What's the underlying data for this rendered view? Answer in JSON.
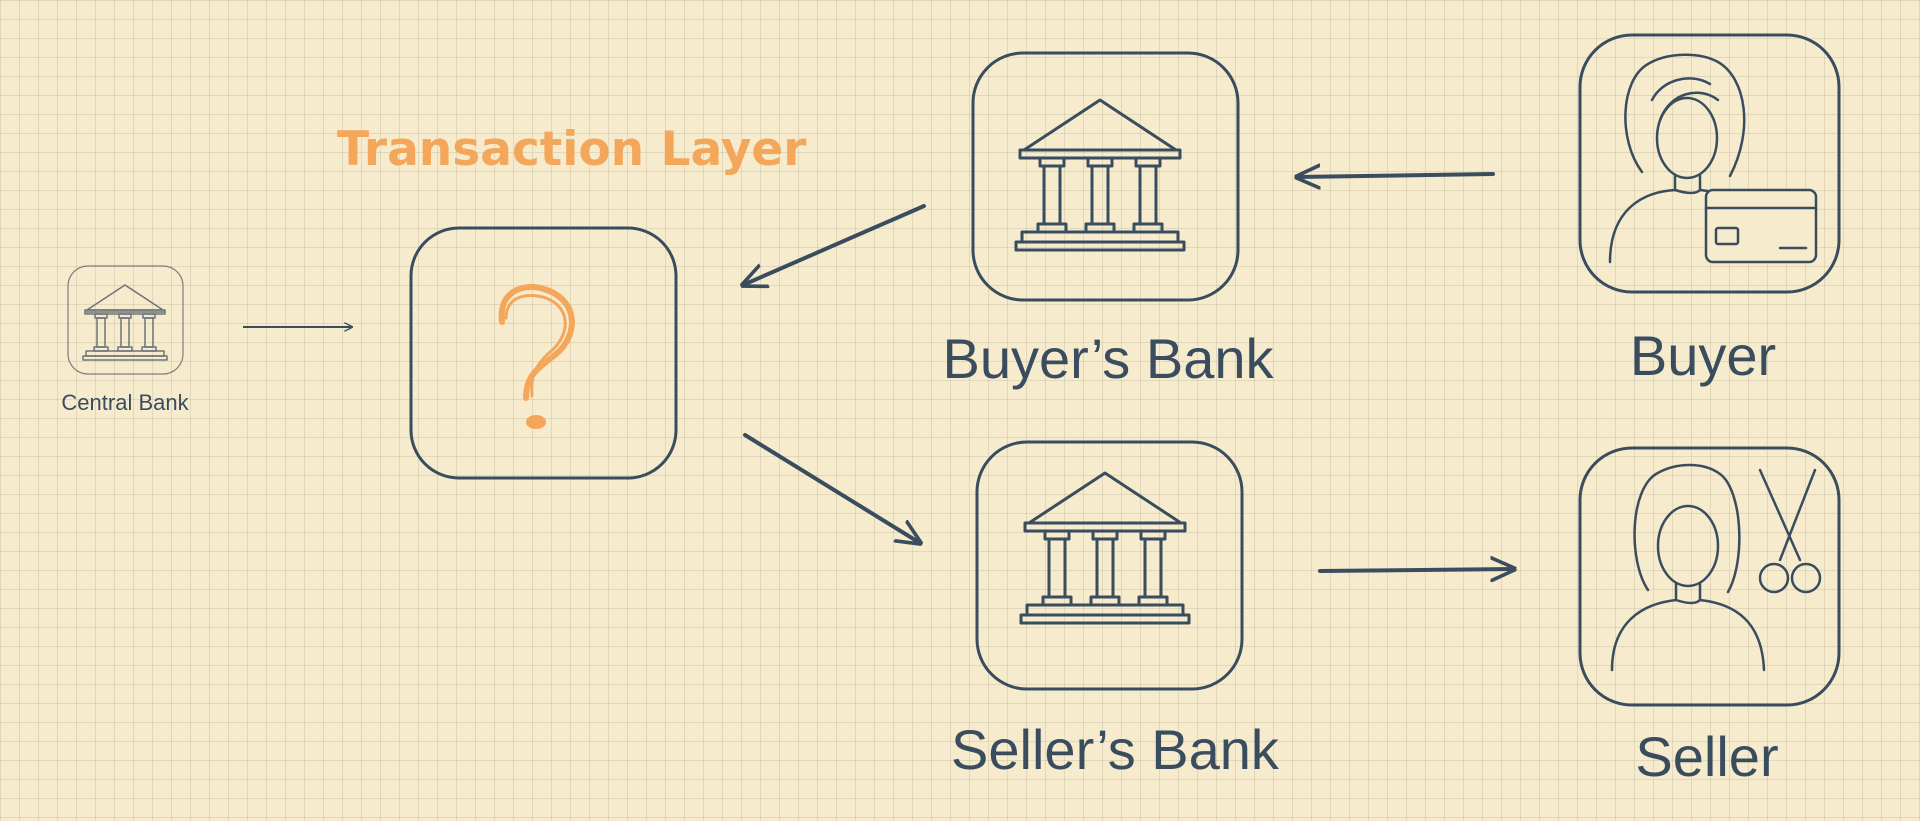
{
  "diagram": {
    "title": "Transaction Layer",
    "nodes": {
      "central_bank": {
        "label": "Central Bank",
        "icon": "bank-building-icon"
      },
      "transaction_layer": {
        "label": "",
        "icon": "question-mark-icon"
      },
      "buyers_bank": {
        "label": "Buyer’s Bank",
        "icon": "bank-building-icon"
      },
      "sellers_bank": {
        "label": "Seller’s Bank",
        "icon": "bank-building-icon"
      },
      "buyer": {
        "label": "Buyer",
        "icon": "woman-with-credit-card-icon"
      },
      "seller": {
        "label": "Seller",
        "icon": "woman-with-scissors-icon"
      }
    },
    "edges": [
      {
        "from": "central_bank",
        "to": "transaction_layer"
      },
      {
        "from": "buyer",
        "to": "buyers_bank"
      },
      {
        "from": "buyers_bank",
        "to": "transaction_layer"
      },
      {
        "from": "transaction_layer",
        "to": "sellers_bank"
      },
      {
        "from": "sellers_bank",
        "to": "seller"
      }
    ],
    "colors": {
      "background": "#f6ebcd",
      "ink": "#3a4d5e",
      "accent": "#f4a65a"
    }
  }
}
